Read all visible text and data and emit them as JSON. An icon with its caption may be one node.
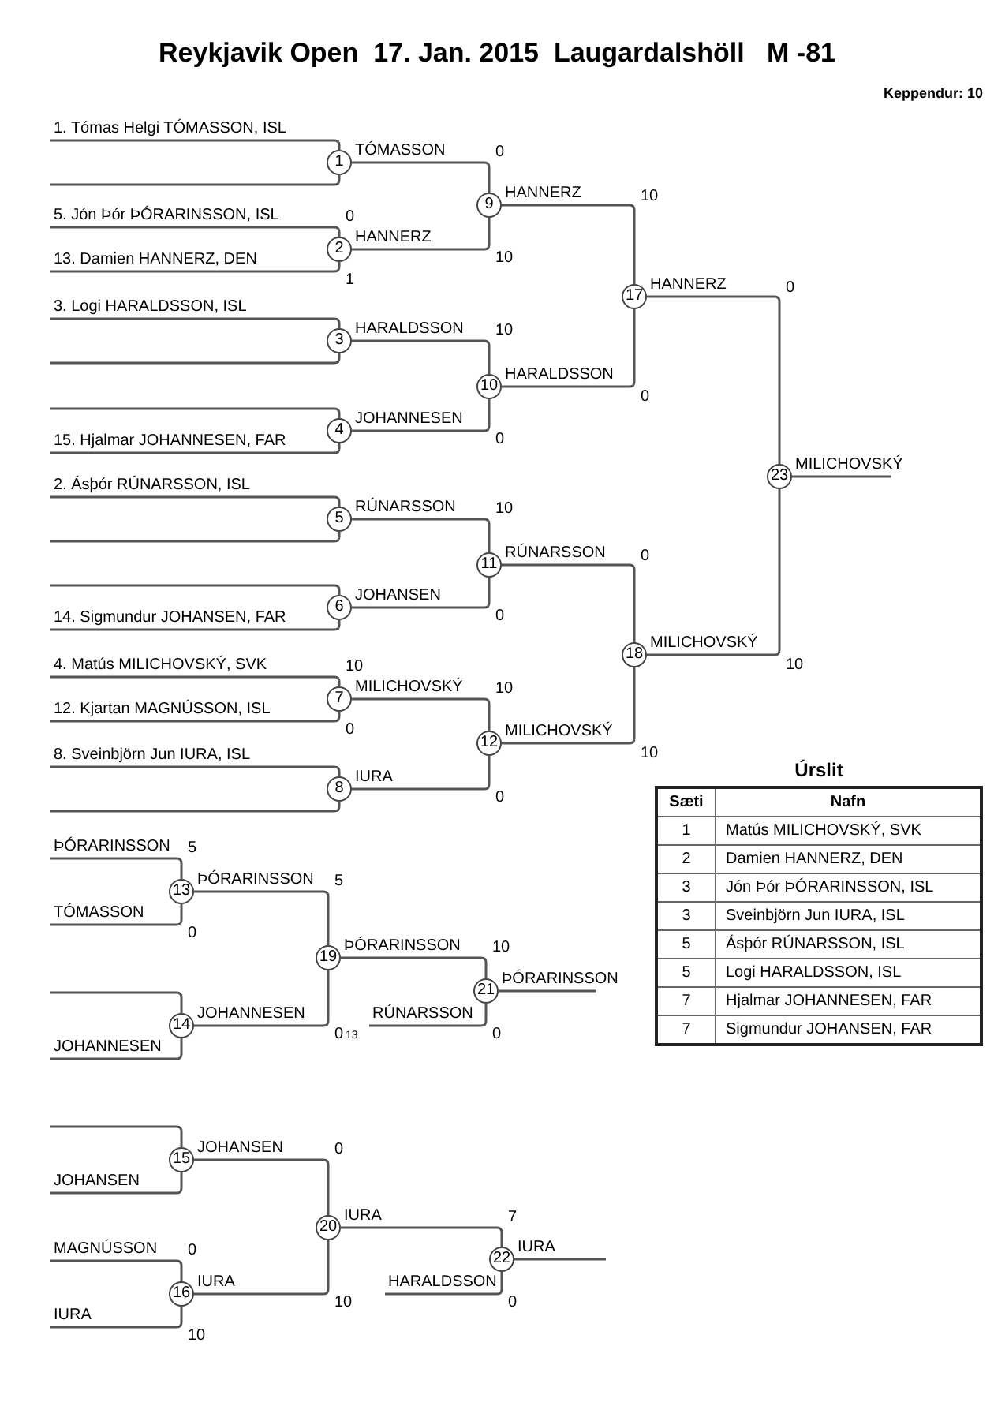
{
  "diagram": {
    "title": "Reykjavik Open  17. Jan. 2015  Laugardalshöll   M -81",
    "nodes": [
      {
        "text": [
          "1"
        ]
      },
      {
        "text": [
          "2"
        ],
        "beside": [
          "0",
          "1"
        ]
      },
      {
        "text": [
          "3"
        ]
      },
      {
        "text": [
          "4"
        ]
      },
      {
        "text": [
          "5"
        ]
      },
      {
        "text": [
          "6"
        ]
      },
      {
        "text": [
          "7"
        ],
        "beside": [
          "10",
          "0"
        ]
      },
      {
        "text": [
          "8"
        ]
      },
      {
        "text": [
          "9"
        ],
        "beside": [
          "0",
          "10"
        ]
      },
      {
        "text": [
          "10"
        ],
        "beside": [
          "10",
          "0"
        ]
      },
      {
        "text": [
          "11"
        ],
        "beside": [
          "10",
          "0"
        ]
      },
      {
        "text": [
          "12"
        ],
        "beside": [
          "10",
          "0"
        ]
      },
      {
        "text": [
          "13"
        ],
        "beside": [
          "5",
          "0"
        ]
      },
      {
        "text": [
          "14"
        ]
      },
      {
        "text": [
          "15"
        ]
      },
      {
        "text": [
          "16"
        ],
        "beside": [
          "0",
          "10"
        ]
      },
      {
        "text": [
          "17"
        ]
      },
      {
        "text": [
          "18"
        ]
      },
      {
        "text": [
          "19"
        ],
        "beside": [
          "5",
          "0"
        ]
      },
      {
        "text": [
          "20"
        ],
        "beside": [
          "0",
          "10"
        ]
      },
      {
        "text": [
          "21"
        ],
        "beside": [
          "10",
          "0"
        ]
      },
      {
        "text": [
          "22"
        ],
        "beside": [
          "7",
          "0"
        ]
      },
      {
        "text": [
          "23"
        ]
      }
    ],
    "edges": [
      {
        "from": null,
        "to": 0,
        "arrow": "none",
        "label": "1. Tómas Helgi TÓMASSON, ISL"
      },
      {
        "from": null,
        "to": 0,
        "arrow": "none"
      },
      {
        "from": null,
        "to": 1,
        "arrow": "none",
        "label": "5. Jón Þór ÞÓRARINSSON, ISL"
      },
      {
        "from": null,
        "to": 1,
        "arrow": "none",
        "label": "13. Damien HANNERZ, DEN"
      },
      {
        "from": null,
        "to": 2,
        "arrow": "none",
        "label": "3. Logi HARALDSSON, ISL"
      },
      {
        "from": null,
        "to": 2,
        "arrow": "none"
      },
      {
        "from": null,
        "to": 3,
        "arrow": "none"
      },
      {
        "from": null,
        "to": 3,
        "arrow": "none",
        "label": "15. Hjalmar JOHANNESEN, FAR"
      },
      {
        "from": null,
        "to": 4,
        "arrow": "none",
        "label": "2. Ásþór RÚNARSSON, ISL"
      },
      {
        "from": null,
        "to": 4,
        "arrow": "none"
      },
      {
        "from": null,
        "to": 5,
        "arrow": "none"
      },
      {
        "from": null,
        "to": 5,
        "arrow": "none",
        "label": "14. Sigmundur JOHANSEN, FAR"
      },
      {
        "from": null,
        "to": 6,
        "arrow": "none",
        "label": "4. Matús MILICHOVSKÝ, SVK"
      },
      {
        "from": null,
        "to": 6,
        "arrow": "none",
        "label": "12. Kjartan MAGNÚSSON, ISL"
      },
      {
        "from": null,
        "to": 7,
        "arrow": "none",
        "label": "8. Sveinbjörn Jun IURA, ISL"
      },
      {
        "from": null,
        "to": 7,
        "arrow": "none"
      },
      {
        "from": 0,
        "to": 8,
        "arrow": "none",
        "label": "TÓMASSON"
      },
      {
        "from": 1,
        "to": 8,
        "arrow": "none",
        "label": "HANNERZ"
      },
      {
        "from": 2,
        "to": 9,
        "arrow": "none",
        "label": "HARALDSSON"
      },
      {
        "from": 3,
        "to": 9,
        "arrow": "none",
        "label": "JOHANNESEN"
      },
      {
        "from": 4,
        "to": 10,
        "arrow": "none",
        "label": "RÚNARSSON"
      },
      {
        "from": 5,
        "to": 10,
        "arrow": "none",
        "label": "JOHANSEN"
      },
      {
        "from": 6,
        "to": 11,
        "arrow": "none",
        "label": "MILICHOVSKÝ"
      },
      {
        "from": 7,
        "to": 11,
        "arrow": "none",
        "label": "IURA"
      },
      {
        "from": 8,
        "to": 16,
        "arrow": "none",
        "label": "HANNERZ"
      },
      {
        "from": 9,
        "to": 16,
        "arrow": "none",
        "label": "HARALDSSON"
      },
      {
        "from": 10,
        "to": 17,
        "arrow": "none",
        "label": "RÚNARSSON"
      },
      {
        "from": 11,
        "to": 17,
        "arrow": "none",
        "label": "MILICHOVSKÝ"
      },
      {
        "from": 16,
        "to": 22,
        "arrow": "none",
        "label": "HANNERZ"
      },
      {
        "from": 17,
        "to": 22,
        "arrow": "none",
        "label": "MILICHOVSKÝ"
      },
      {
        "from": 22,
        "to": null,
        "arrow": "none",
        "label": "MILICHOVSKÝ"
      },
      {
        "from": null,
        "to": 12,
        "arrow": "none",
        "label": "ÞÓRARINSSON"
      },
      {
        "from": null,
        "to": 12,
        "arrow": "none",
        "label": "TÓMASSON"
      },
      {
        "from": null,
        "to": 13,
        "arrow": "none"
      },
      {
        "from": null,
        "to": 13,
        "arrow": "none",
        "label": "JOHANNESEN"
      },
      {
        "from": 12,
        "to": 18,
        "arrow": "none",
        "label": "ÞÓRARINSSON"
      },
      {
        "from": 13,
        "to": 18,
        "arrow": "none",
        "label": "JOHANNESEN"
      },
      {
        "from": 18,
        "to": 20,
        "arrow": "none",
        "label": "ÞÓRARINSSON"
      },
      {
        "from": null,
        "to": 20,
        "arrow": "none",
        "label": "RÚNARSSON"
      },
      {
        "from": 20,
        "to": null,
        "arrow": "none",
        "label": "ÞÓRARINSSON"
      },
      {
        "from": null,
        "to": 14,
        "arrow": "none"
      },
      {
        "from": null,
        "to": 14,
        "arrow": "none",
        "label": "JOHANSEN"
      },
      {
        "from": null,
        "to": 15,
        "arrow": "none",
        "label": "MAGNÚSSON"
      },
      {
        "from": null,
        "to": 15,
        "arrow": "none",
        "label": "IURA"
      },
      {
        "from": 14,
        "to": 19,
        "arrow": "none",
        "label": "JOHANSEN"
      },
      {
        "from": 15,
        "to": 19,
        "arrow": "none",
        "label": "IURA"
      },
      {
        "from": 19,
        "to": 21,
        "arrow": "none",
        "label": "IURA"
      },
      {
        "from": null,
        "to": 21,
        "arrow": "none",
        "label": "HARALDSSON"
      },
      {
        "from": 21,
        "to": null,
        "arrow": "none",
        "label": "IURA"
      }
    ],
    "labels": [
      "Keppendur: 10",
      "13",
      "10",
      "0",
      "0",
      "10",
      "0",
      "10",
      "Úrslit",
      "Sæti",
      "Nafn",
      "1",
      "Matús MILICHOVSKÝ, SVK",
      "2",
      "Damien HANNERZ, DEN",
      "3",
      "Jón Þór ÞÓRARINSSON, ISL",
      "3",
      "Sveinbjörn Jun IURA, ISL",
      "5",
      "Ásþór RÚNARSSON, ISL",
      "5",
      "Logi HARALDSSON, ISL",
      "7",
      "Hjalmar JOHANNESEN, FAR",
      "7",
      "Sigmundur JOHANSEN, FAR"
    ]
  }
}
